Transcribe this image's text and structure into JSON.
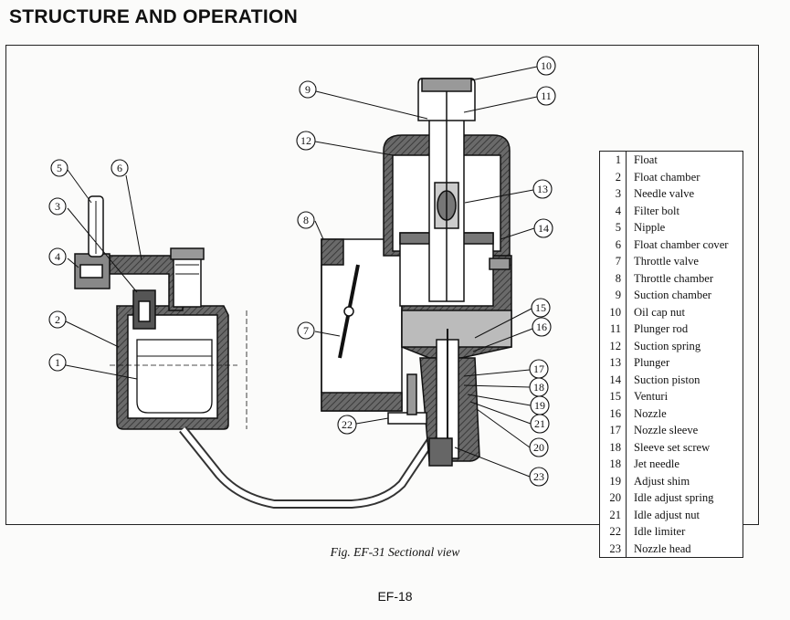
{
  "heading": "STRUCTURE AND OPERATION",
  "parts": [
    {
      "num": "1",
      "name": "Float"
    },
    {
      "num": "2",
      "name": "Float chamber"
    },
    {
      "num": "3",
      "name": "Needle valve"
    },
    {
      "num": "4",
      "name": "Filter bolt"
    },
    {
      "num": "5",
      "name": "Nipple"
    },
    {
      "num": "6",
      "name": "Float chamber cover"
    },
    {
      "num": "7",
      "name": "Throttle valve"
    },
    {
      "num": "8",
      "name": "Throttle chamber"
    },
    {
      "num": "9",
      "name": "Suction chamber"
    },
    {
      "num": "10",
      "name": "Oil cap nut"
    },
    {
      "num": "11",
      "name": "Plunger rod"
    },
    {
      "num": "12",
      "name": "Suction spring"
    },
    {
      "num": "13",
      "name": "Plunger"
    },
    {
      "num": "14",
      "name": "Suction piston"
    },
    {
      "num": "15",
      "name": "Venturi"
    },
    {
      "num": "16",
      "name": "Nozzle"
    },
    {
      "num": "17",
      "name": "Nozzle sleeve"
    },
    {
      "num": "18",
      "name": "Sleeve set screw"
    },
    {
      "num": "18",
      "name": "Jet needle"
    },
    {
      "num": "19",
      "name": "Adjust shim"
    },
    {
      "num": "20",
      "name": "Idle adjust spring"
    },
    {
      "num": "21",
      "name": "Idle adjust nut"
    },
    {
      "num": "22",
      "name": "Idle limiter"
    },
    {
      "num": "23",
      "name": "Nozzle head"
    }
  ],
  "callouts": [
    "1",
    "2",
    "3",
    "4",
    "5",
    "6",
    "7",
    "8",
    "9",
    "10",
    "11",
    "12",
    "13",
    "14",
    "15",
    "16",
    "17",
    "18",
    "19",
    "20",
    "21",
    "22",
    "23"
  ],
  "caption": "Fig. EF-31  Sectional view",
  "page_number": "EF-18"
}
